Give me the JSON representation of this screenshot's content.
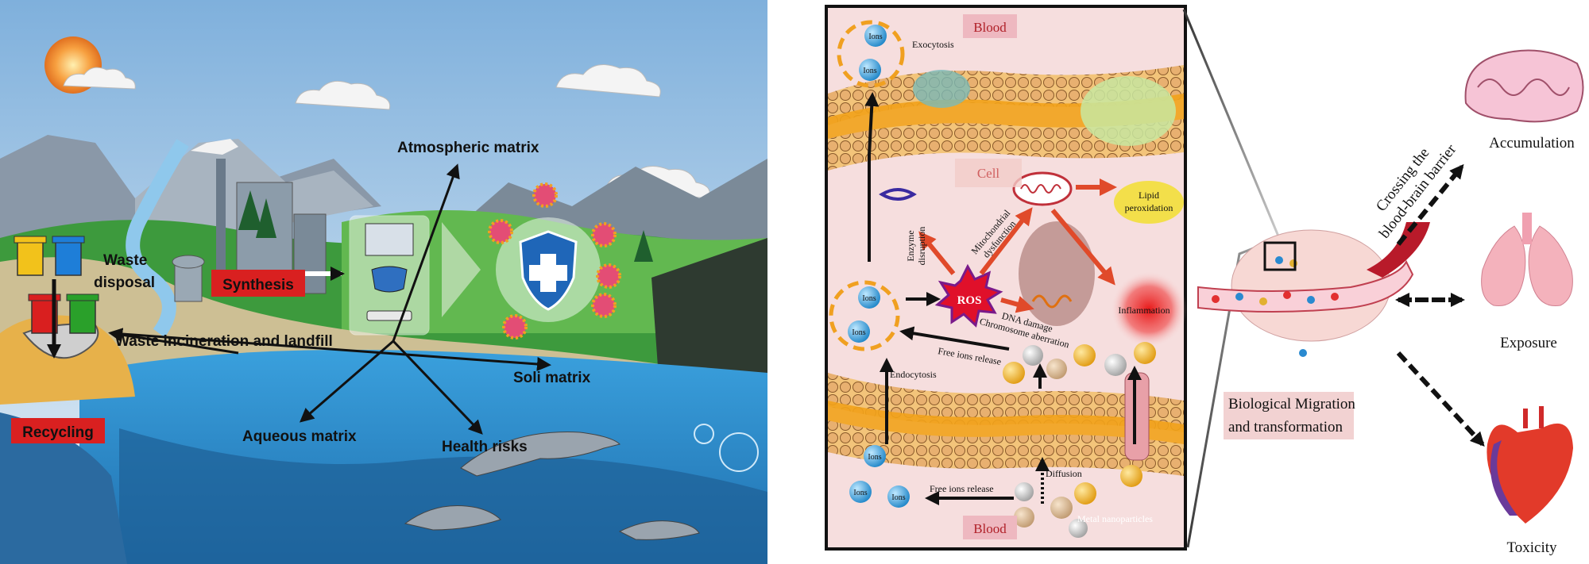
{
  "environment": {
    "atmospheric": "Atmospheric matrix",
    "waste_disposal_line1": "Waste",
    "waste_disposal_line2": "disposal",
    "synthesis": "Synthesis",
    "waste_incineration": "Waste incineration and landfill",
    "soli_matrix": "Soli matrix",
    "aqueous_matrix": "Aqueous matrix",
    "health_risks": "Health risks",
    "recycling": "Recycling"
  },
  "cell": {
    "blood_top": "Blood",
    "blood_bottom": "Blood",
    "cell": "Cell",
    "exocytosis": "Exocytosis",
    "ions": "Ions",
    "enzyme_line1": "Enzyme",
    "enzyme_line2": "disruption",
    "mito_line1": "Mitochondrial",
    "mito_line2": "dysfunction",
    "lipid_line1": "Lipid",
    "lipid_line2": "peroxidation",
    "ros": "ROS",
    "dna_line1": "DNA damage",
    "dna_line2": "Chromosome aberration",
    "inflammation": "Inflammation",
    "free_ions_release_1": "Free ions release",
    "free_ions_release_2": "Free ions release",
    "endocytosis": "Endocytosis",
    "diffusion": "Diffusion",
    "metal_nanoparticles": "Metal nanoparticles"
  },
  "organs": {
    "bbb_line1": "Crossing the",
    "bbb_line2": "blood-brain barrier",
    "accumulation": "Accumulation",
    "exposure": "Exposure",
    "toxicity": "Toxicity",
    "migration_line1": "Biological Migration",
    "migration_line2": "and transformation"
  },
  "colors": {
    "sky_top": "#7fb0dc",
    "sky_bottom": "#e6f0f7",
    "water": "#2b8fd0",
    "panel_pink": "#f6dede",
    "membrane": "#f0a020",
    "arrow_red": "#e04a2a",
    "label_red": "#e02020",
    "blood_label_bg": "#eeb8c0"
  }
}
